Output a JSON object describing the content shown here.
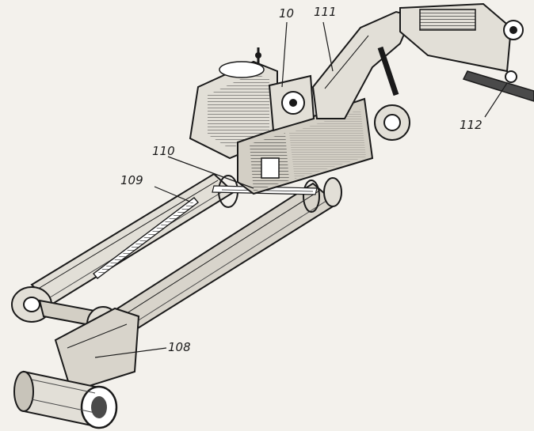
{
  "figure": {
    "labels": {
      "l10": "10",
      "l111": "111",
      "l110": "110",
      "l109": "109",
      "l112": "112",
      "l108": "108"
    }
  },
  "colors": {
    "ink": "#1a1a1a",
    "paper": "#f3f1ec",
    "metal_light": "#e2dfd7",
    "metal_mid": "#bdb9b0",
    "metal_dark": "#4a4a4a"
  }
}
